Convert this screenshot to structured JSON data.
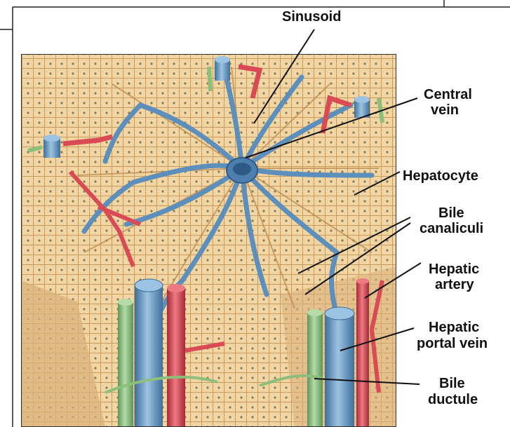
{
  "labels": {
    "sinusoid": "Sinusoid",
    "central_vein_1": "Central",
    "central_vein_2": "vein",
    "hepatocyte": "Hepatocyte",
    "bile_canaliculi_1": "Bile",
    "bile_canaliculi_2": "canaliculi",
    "hepatic_artery_1": "Hepatic",
    "hepatic_artery_2": "artery",
    "hepatic_portal_vein_1": "Hepatic",
    "hepatic_portal_vein_2": "portal vein",
    "bile_ductule_1": "Bile",
    "bile_ductule_2": "ductule"
  },
  "colors": {
    "tissue": "#f1d6a3",
    "tissue_dark": "#c99a5d",
    "vein_blue": "#6f9fc8",
    "vein_blue_dark": "#3f6f99",
    "artery_red": "#d94a55",
    "duct_green": "#8cc07a"
  }
}
